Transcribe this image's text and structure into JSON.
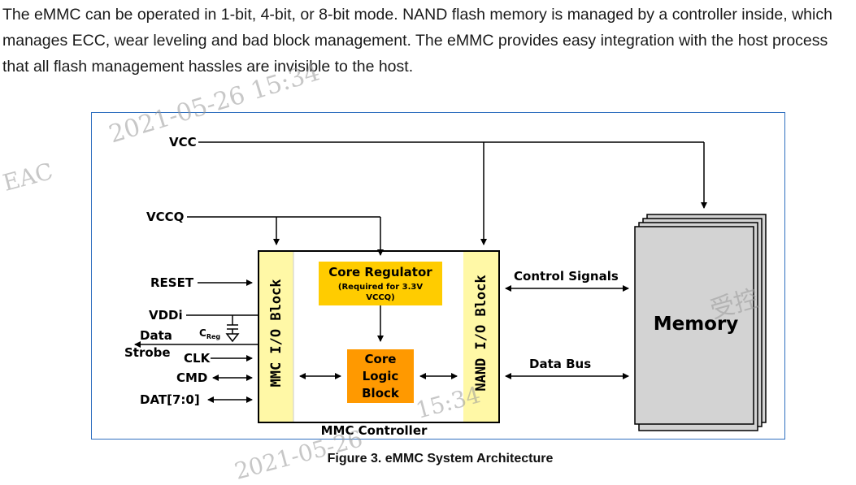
{
  "paragraph": "The eMMC can be operated in 1-bit, 4-bit, or 8-bit mode. NAND flash memory is managed by a controller inside, which manages ECC, wear leveling and bad block management. The eMMC provides easy integration with the host process that all flash management hassles are invisible to the host.",
  "diagram": {
    "signals": {
      "vcc": "VCC",
      "vccq": "VCCQ",
      "reset": "RESET",
      "vddi": "VDDi",
      "data_strobe_line1": "Data",
      "data_strobe_line2": "Strobe",
      "creg": "C",
      "creg_sub": "Reg",
      "clk": "CLK",
      "cmd": "CMD",
      "dat": "DAT[7:0]"
    },
    "blocks": {
      "mmc_io": "MMC I/O Block",
      "nand_io": "NAND I/O Block",
      "core_regulator": "Core Regulator",
      "core_regulator_note_line1": "(Required for 3.3V",
      "core_regulator_note_line2": "VCCQ)",
      "core_logic_line1": "Core",
      "core_logic_line2": "Logic",
      "core_logic_line3": "Block",
      "controller": "MMC Controller",
      "memory": "Memory"
    },
    "links": {
      "control_signals": "Control Signals",
      "data_bus": "Data Bus"
    },
    "colors": {
      "io_block_fill": "#fff8a6",
      "regulator_fill": "#ffcc00",
      "core_logic_fill": "#ff9900",
      "memory_fill": "#d3d3d3",
      "frame_border": "#2f6fbf"
    }
  },
  "caption": "Figure 3. eMMC System Architecture",
  "watermarks": {
    "date_top": "2021-05-26 15:34",
    "eac": "EAC",
    "chinese": "受控",
    "time_mid": "15:34",
    "date_bottom": "2021-05-26"
  }
}
